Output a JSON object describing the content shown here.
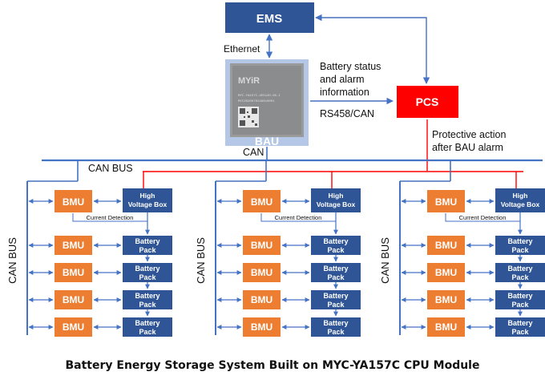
{
  "ems": {
    "label": "EMS"
  },
  "pcs": {
    "label": "PCS"
  },
  "bau": {
    "label": "BAU",
    "chip_brand": "MYiR",
    "chip_lines": [
      "MYC-YA157C-4E512D-65-I",
      "MYC2020070248810001"
    ]
  },
  "annotations": {
    "ethernet": "Ethernet",
    "battery_status": [
      "Battery status",
      "and alarm",
      "information"
    ],
    "rs458_can": "RS458/CAN",
    "protective_action": [
      "Protective action",
      "after BAU alarm"
    ],
    "can": "CAN",
    "can_bus_top": "CAN BUS"
  },
  "clusters": [
    {
      "can_bus_label": "CAN BUS",
      "bmu_label": "BMU",
      "hv_box_label": [
        "High",
        "Voltage Box"
      ],
      "current_detection": "Current Detection",
      "rows": [
        {
          "bmu": "BMU",
          "pack": [
            "Battery",
            "Pack"
          ]
        },
        {
          "bmu": "BMU",
          "pack": [
            "Battery",
            "Pack"
          ]
        },
        {
          "bmu": "BMU",
          "pack": [
            "Battery",
            "Pack"
          ]
        },
        {
          "bmu": "BMU",
          "pack": [
            "Battery",
            "Pack"
          ]
        }
      ]
    },
    {
      "can_bus_label": "CAN BUS",
      "bmu_label": "BMU",
      "hv_box_label": [
        "High",
        "Voltage Box"
      ],
      "current_detection": "Current Detection",
      "rows": [
        {
          "bmu": "BMU",
          "pack": [
            "Battery",
            "Pack"
          ]
        },
        {
          "bmu": "BMU",
          "pack": [
            "Battery",
            "Pack"
          ]
        },
        {
          "bmu": "BMU",
          "pack": [
            "Battery",
            "Pack"
          ]
        },
        {
          "bmu": "BMU",
          "pack": [
            "Battery",
            "Pack"
          ]
        }
      ]
    },
    {
      "can_bus_label": "CAN BUS",
      "bmu_label": "BMU",
      "hv_box_label": [
        "High",
        "Voltage Box"
      ],
      "current_detection": "Current Detection",
      "rows": [
        {
          "bmu": "BMU",
          "pack": [
            "Battery",
            "Pack"
          ]
        },
        {
          "bmu": "BMU",
          "pack": [
            "Battery",
            "Pack"
          ]
        },
        {
          "bmu": "BMU",
          "pack": [
            "Battery",
            "Pack"
          ]
        },
        {
          "bmu": "BMU",
          "pack": [
            "Battery",
            "Pack"
          ]
        }
      ]
    }
  ],
  "caption": "Battery Energy Storage System Built on MYC-YA157C CPU Module",
  "colors": {
    "blue": "#2f5597",
    "bus_blue": "#4472c4",
    "orange": "#ed7d31",
    "red": "#ff0000",
    "bau_bg": "#b4c7e7"
  }
}
